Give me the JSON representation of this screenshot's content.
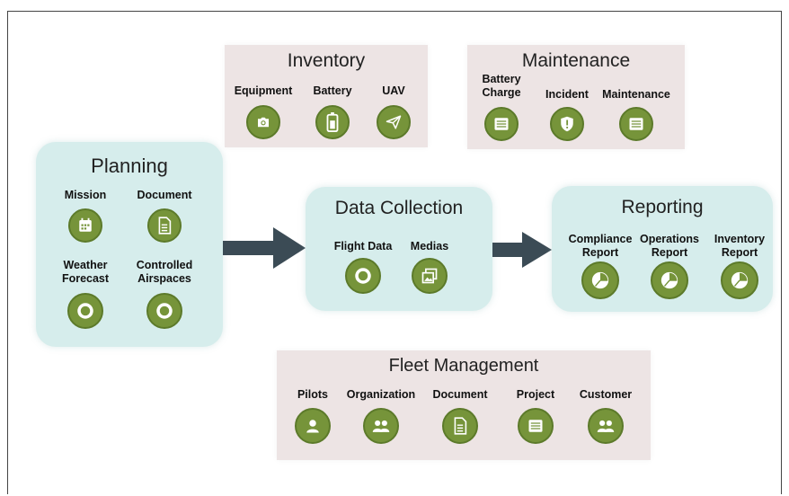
{
  "colors": {
    "icon_green": "#76943a",
    "arrow": "#3b4b55",
    "pink_box": "#ede4e4",
    "teal_box": "#d6edec"
  },
  "inventory": {
    "title": "Inventory",
    "items": [
      {
        "label": "Equipment",
        "icon": "camera-icon"
      },
      {
        "label": "Battery",
        "icon": "battery-icon"
      },
      {
        "label": "UAV",
        "icon": "paper-plane-icon"
      }
    ]
  },
  "maintenance": {
    "title": "Maintenance",
    "items": [
      {
        "label": "Battery\nCharge",
        "icon": "list-icon"
      },
      {
        "label": "Incident",
        "icon": "shield-alert-icon"
      },
      {
        "label": "Maintenance",
        "icon": "list-icon"
      }
    ]
  },
  "planning": {
    "title": "Planning",
    "items": [
      {
        "label": "Mission",
        "icon": "calendar-icon"
      },
      {
        "label": "Document",
        "icon": "document-icon"
      },
      {
        "label": "Weather\nForecast",
        "icon": "ring-icon"
      },
      {
        "label": "Controlled\nAirspaces",
        "icon": "ring-icon"
      }
    ]
  },
  "data_collection": {
    "title": "Data Collection",
    "items": [
      {
        "label": "Flight Data",
        "icon": "ring-icon"
      },
      {
        "label": "Medias",
        "icon": "gallery-icon"
      }
    ]
  },
  "reporting": {
    "title": "Reporting",
    "items": [
      {
        "label": "Compliance\nReport",
        "icon": "pie-chart-icon"
      },
      {
        "label": "Operations\nReport",
        "icon": "pie-chart-icon"
      },
      {
        "label": "Inventory\nReport",
        "icon": "pie-chart-icon"
      }
    ]
  },
  "fleet": {
    "title": "Fleet Management",
    "items": [
      {
        "label": "Pilots",
        "icon": "user-icon"
      },
      {
        "label": "Organization",
        "icon": "users-icon"
      },
      {
        "label": "Document",
        "icon": "document-icon"
      },
      {
        "label": "Project",
        "icon": "list-icon"
      },
      {
        "label": "Customer",
        "icon": "users-icon"
      }
    ]
  }
}
